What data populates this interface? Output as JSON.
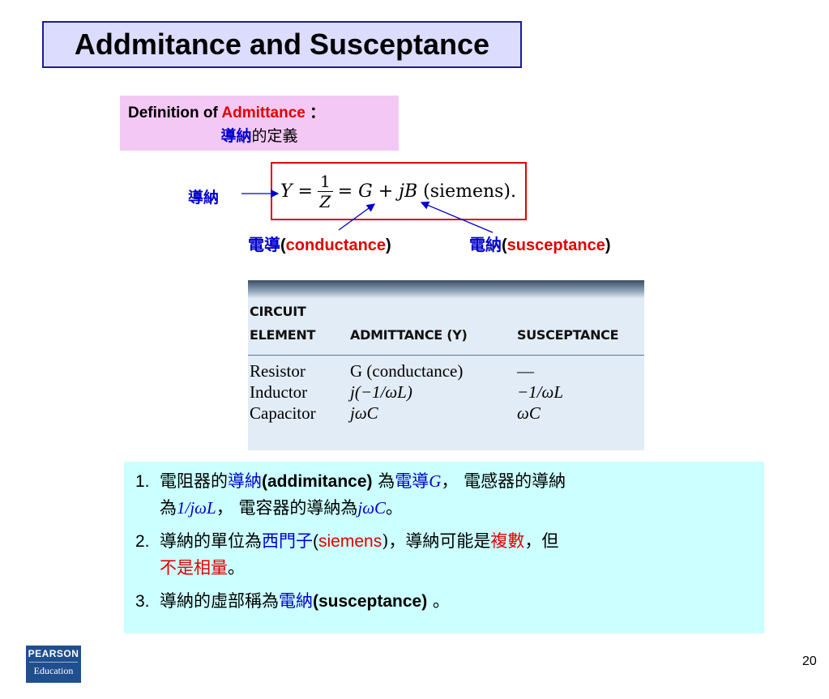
{
  "title": "Addmitance and Susceptance",
  "definition": {
    "prefix": "Definition of ",
    "term": "Admittance",
    "colon": " ：",
    "chinese_term": "導納",
    "chinese_rest": "的定義"
  },
  "formula": {
    "label": "導納",
    "lhs": "Y",
    "eq": "=",
    "frac_num": "1",
    "frac_den": "Z",
    "eq2": "=",
    "G": "G",
    "plus": "+",
    "jB": "jB",
    "unit": "(siemens)."
  },
  "conductance_label": {
    "zh": "電導",
    "open": "(",
    "en": "conductance",
    "close": ")"
  },
  "susceptance_label": {
    "zh": "電納",
    "open": "(",
    "en": "susceptance",
    "close": ")"
  },
  "table": {
    "headers": [
      "CIRCUIT",
      "ELEMENT",
      "ADMITTANCE (Y)",
      "SUSCEPTANCE"
    ],
    "rows": [
      {
        "element": "Resistor",
        "admittance": "G (conductance)",
        "susceptance": "—"
      },
      {
        "element": "Inductor",
        "admittance": "j(−1/ωL)",
        "susceptance": "−1/ωL"
      },
      {
        "element": "Capacitor",
        "admittance": "jωC",
        "susceptance": "ωC"
      }
    ]
  },
  "notes": [
    {
      "num": "1.",
      "p1": "電阻器的",
      "p2": "導納",
      "p3": "(addimitance)",
      "p4": " 為",
      "p5": "電導",
      "p6": "G",
      "p7": "， 電感器的導納",
      "p8": "為",
      "p9": "1/jωL",
      "p10": "， 電容器的導納為",
      "p11": "jωC",
      "p12": "。"
    },
    {
      "num": "2.",
      "p1": "導納的單位為",
      "p2": "西門子",
      "p3": "(",
      "p4": "siemens",
      "p5": ")，導納可能是",
      "p6": "複數",
      "p7": "，但",
      "p8": "不是相量",
      "p9": "。"
    },
    {
      "num": "3.",
      "p1": "導納的虛部稱為",
      "p2": "電納",
      "p3": "(susceptance)",
      "p4": " 。"
    }
  ],
  "logo": {
    "line1": "PEARSON",
    "line2": "Education"
  },
  "page_number": "20",
  "colors": {
    "accent_blue": "#0000cc",
    "accent_red": "#e00000",
    "notes_bg": "#ccffff",
    "def_bg": "#f4c8f4"
  }
}
